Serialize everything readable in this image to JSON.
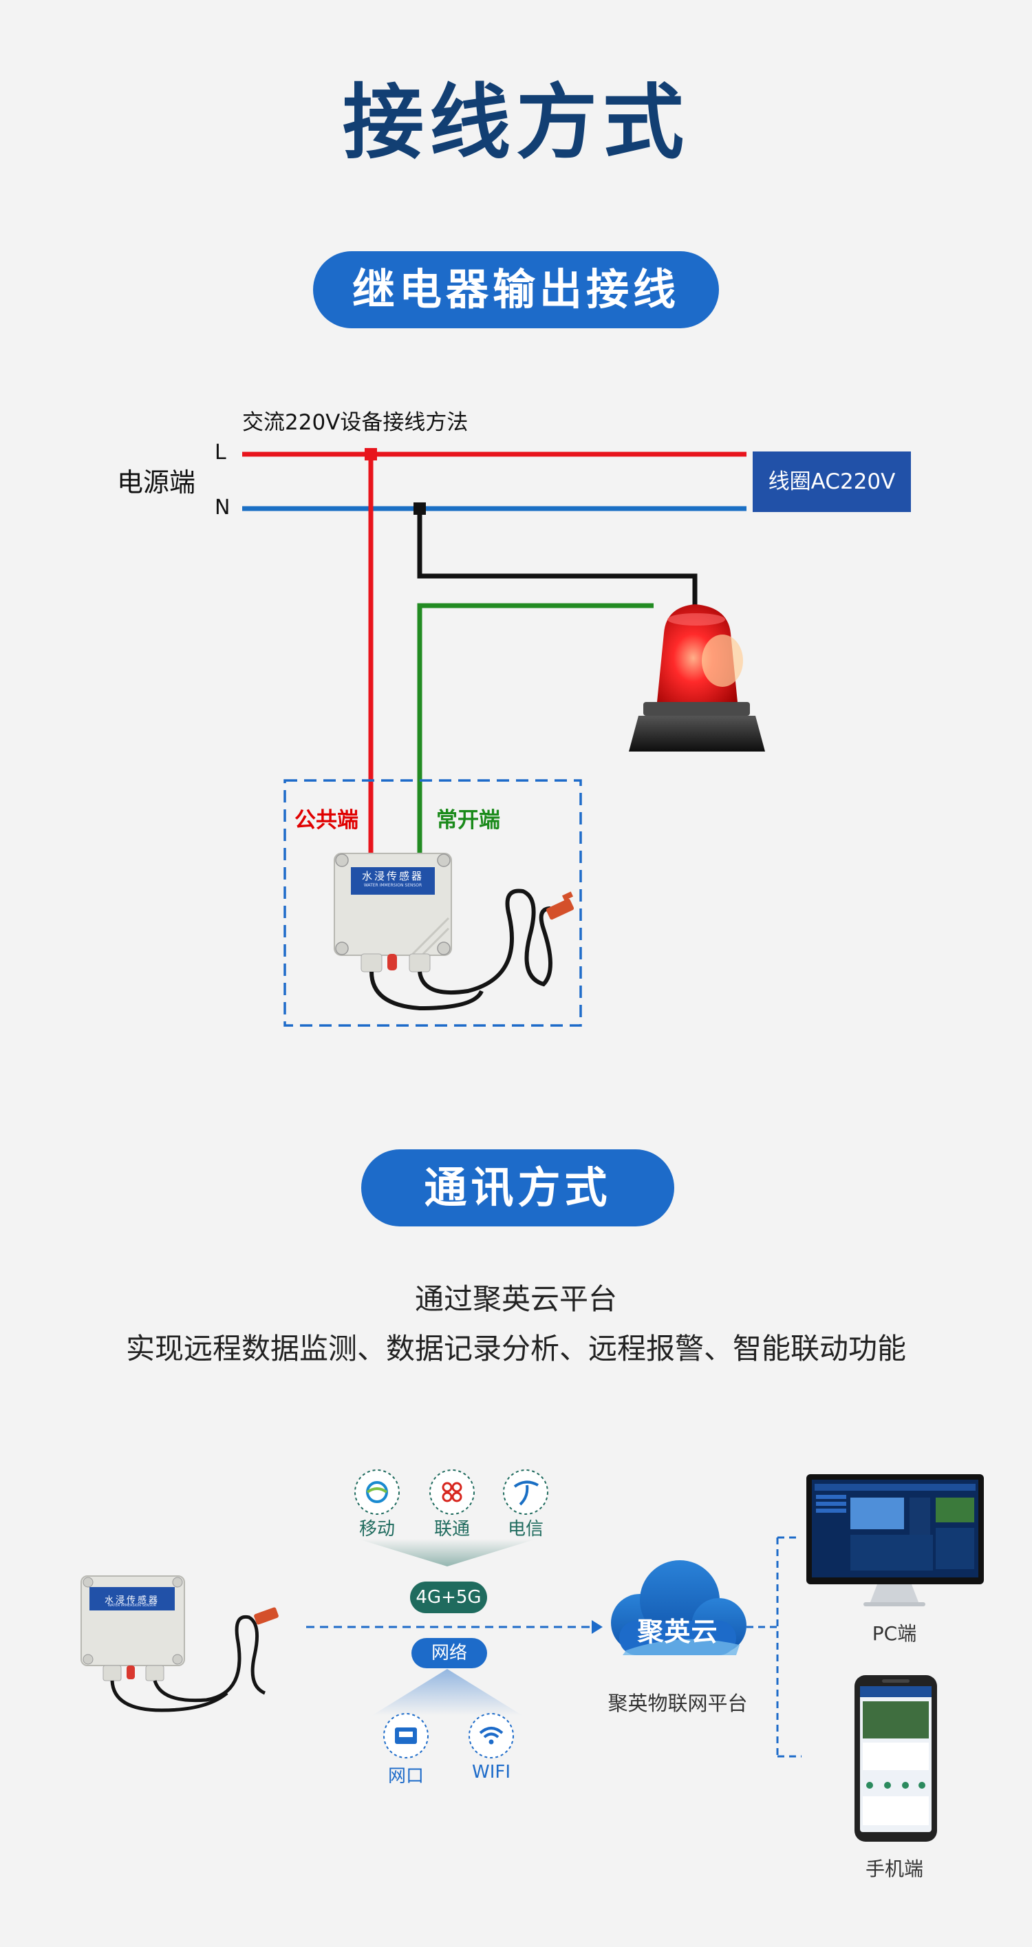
{
  "main_title": "接线方式",
  "section_relay": {
    "pill": "继电器输出接线",
    "method_label": "交流220V设备接线方法",
    "power_label": "电源端",
    "line_l": "L",
    "line_n": "N",
    "coil_label": "线圈AC220V",
    "common_label": "公共端",
    "normally_open_label": "常开端",
    "device_plate": "水浸传感器",
    "device_plate_sub": "WATER IMMERSION SENSOR"
  },
  "section_comm": {
    "pill": "通讯方式",
    "line1": "通过聚英云平台",
    "line2": "实现远程数据监测、数据记录分析、远程报警、智能联动功能",
    "carriers": [
      "移动",
      "联通",
      "电信"
    ],
    "badge_cellular": "4G+5G",
    "badge_network": "网络",
    "network_items": [
      "网口",
      "WIFI"
    ],
    "cloud_logo": "聚英云",
    "cloud_label": "聚英物联网平台",
    "pc_label": "PC端",
    "mobile_label": "手机端"
  },
  "colors": {
    "title": "#123f73",
    "accent": "#1d6bc9",
    "live_wire": "#e8141c",
    "neutral_wire": "#1a6fc4",
    "open_wire": "#228b22",
    "common_text": "#e00000",
    "open_text": "#1a8a1a"
  }
}
